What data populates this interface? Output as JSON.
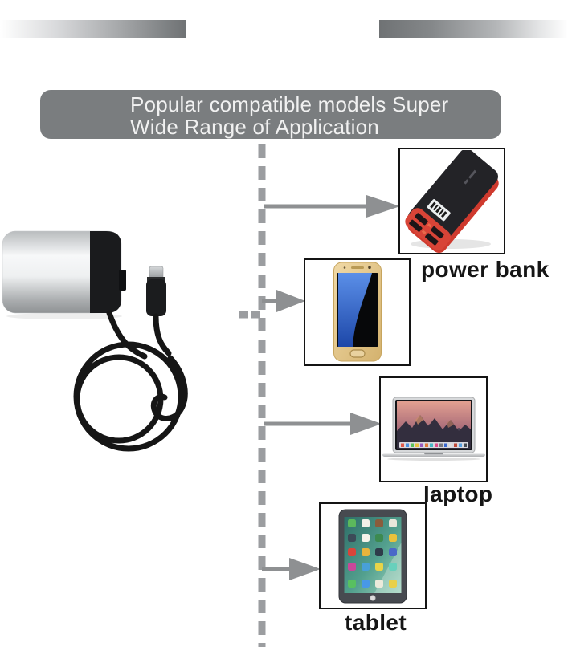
{
  "banner": {
    "line1": "Popular compatible models Super",
    "line2": "Wide Range of Application"
  },
  "devices": {
    "power_bank": {
      "label": "power bank"
    },
    "phone": {
      "label": ""
    },
    "laptop": {
      "label": "laptop"
    },
    "tablet": {
      "label": "tablet"
    }
  },
  "icons": {
    "charger": "usb-c-charger-with-coiled-cable-photo",
    "power_bank": "power-bank-photo",
    "phone": "smartphone-photo",
    "laptop": "laptop-photo",
    "tablet": "tablet-photo"
  },
  "colors": {
    "banner_bg": "#7a7d7f",
    "banner_text": "#f1f1f1",
    "arrow_gray": "#8e9092",
    "dash_gray": "#9b9da0",
    "box_border": "#141414",
    "label_color": "#151515",
    "power_bank_red": "#d84437",
    "phone_gold": "#dfbe82",
    "cable_black": "#161616"
  }
}
